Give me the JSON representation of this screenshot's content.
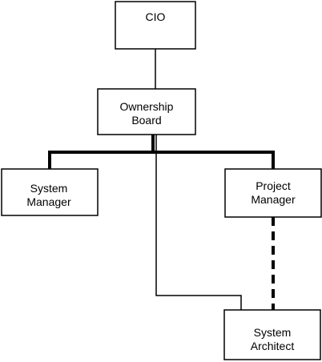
{
  "diagram": {
    "nodes": {
      "cio": {
        "line1": "CIO"
      },
      "ownership_board": {
        "line1": "Ownership",
        "line2": "Board"
      },
      "system_manager": {
        "line1": "System",
        "line2": "Manager"
      },
      "project_manager": {
        "line1": "Project",
        "line2": "Manager"
      },
      "system_architect": {
        "line1": "System",
        "line2": "Architect"
      }
    },
    "colors": {
      "stroke": "#000000",
      "background": "#ffffff"
    }
  }
}
